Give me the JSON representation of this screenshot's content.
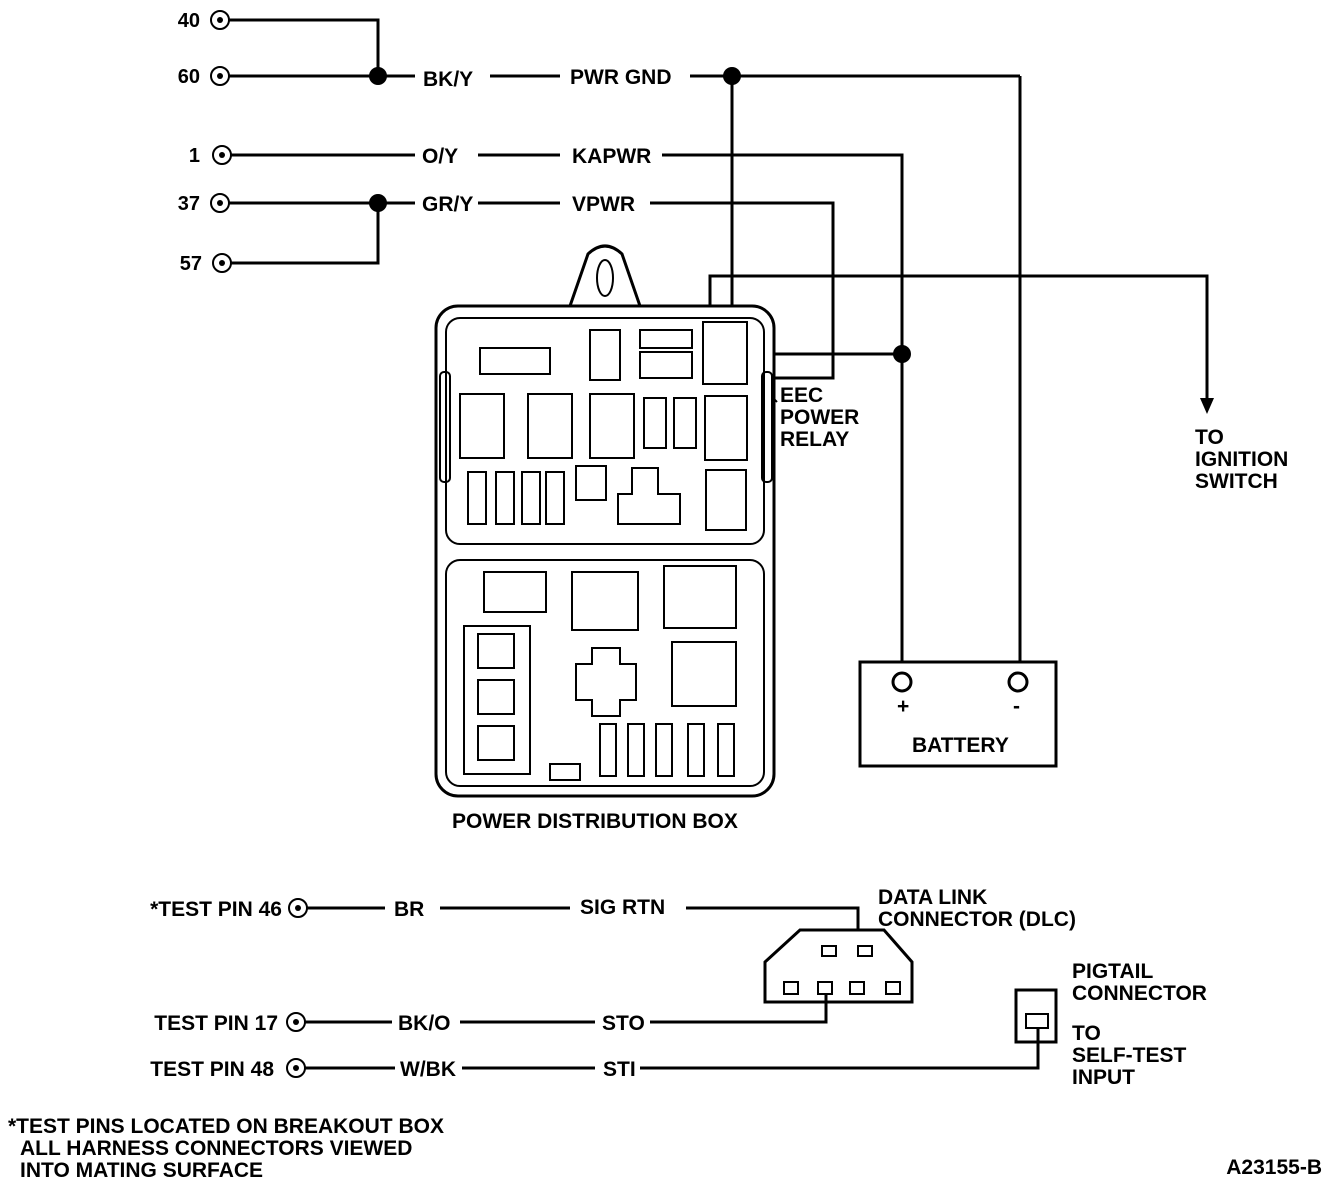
{
  "pins_top": [
    {
      "num": "40"
    },
    {
      "num": "60"
    },
    {
      "num": "1"
    },
    {
      "num": "37"
    },
    {
      "num": "57"
    }
  ],
  "wires_top": [
    {
      "color": "BK/Y",
      "signal": "PWR GND"
    },
    {
      "color": "O/Y",
      "signal": "KAPWR"
    },
    {
      "color": "GR/Y",
      "signal": "VPWR"
    }
  ],
  "relay_label": [
    "EEC",
    "POWER",
    "RELAY"
  ],
  "ignition_label": [
    "TO",
    "IGNITION",
    "SWITCH"
  ],
  "battery": {
    "label": "BATTERY",
    "plus": "+",
    "minus": "-"
  },
  "pdb_label": "POWER DISTRIBUTION BOX",
  "test_wires": [
    {
      "pin": "*TEST PIN 46",
      "color": "BR",
      "signal": "SIG RTN"
    },
    {
      "pin": "TEST PIN 17",
      "color": "BK/O",
      "signal": "STO"
    },
    {
      "pin": "TEST PIN 48",
      "color": "W/BK",
      "signal": "STI"
    }
  ],
  "dlc_label": [
    "DATA LINK",
    "CONNECTOR (DLC)"
  ],
  "pigtail_label": [
    "PIGTAIL",
    "CONNECTOR"
  ],
  "self_test_label": [
    "TO",
    "SELF-TEST",
    "INPUT"
  ],
  "footnote": [
    "*TEST PINS LOCATED ON BREAKOUT BOX",
    "ALL HARNESS CONNECTORS VIEWED",
    "INTO MATING SURFACE"
  ],
  "figure_id": "A23155-B"
}
